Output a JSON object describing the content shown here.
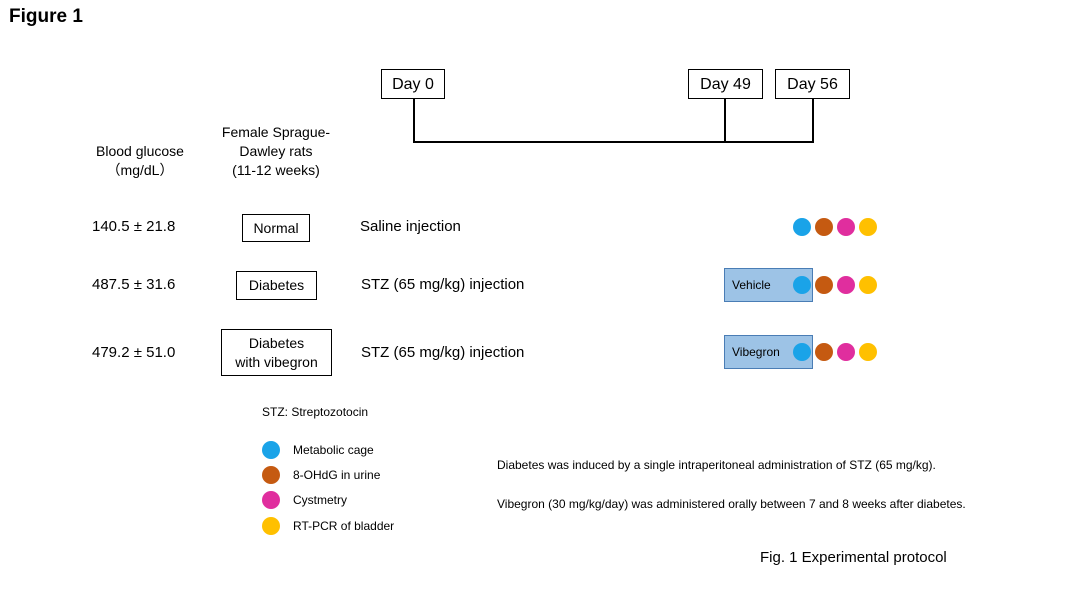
{
  "figure_title": "Figure 1",
  "timeline": {
    "days": [
      "Day 0",
      "Day 49",
      "Day 56"
    ]
  },
  "headers": {
    "blood_glucose_line1": "Blood glucose",
    "blood_glucose_line2": "（mg/dL）",
    "rats_line1": "Female Sprague-",
    "rats_line2": "Dawley rats",
    "rats_line3": "(11-12 weeks)"
  },
  "groups": [
    {
      "glucose": "140.5 ± 21.8",
      "label": "Normal",
      "treatment": "Saline injection",
      "drug": ""
    },
    {
      "glucose": "487.5 ± 31.6",
      "label": "Diabetes",
      "treatment": "STZ (65 mg/kg) injection",
      "drug": "Vehicle"
    },
    {
      "glucose": "479.2 ± 51.0",
      "label_line1": "Diabetes",
      "label_line2": "with vibegron",
      "treatment": "STZ (65 mg/kg) injection",
      "drug": "Vibegron"
    }
  ],
  "abbreviation": "STZ: Streptozotocin",
  "legend": [
    {
      "label": "Metabolic cage",
      "color": "#1aa3e8"
    },
    {
      "label": "8-OHdG in urine",
      "color": "#c55a11"
    },
    {
      "label": "Cystmetry",
      "color": "#e02e9e"
    },
    {
      "label": "RT-PCR of bladder",
      "color": "#ffc000"
    }
  ],
  "notes": {
    "line1": "Diabetes was induced by a single intraperitoneal administration of STZ (65 mg/kg).",
    "line2": "Vibegron (30 mg/kg/day) was administered orally between 7 and 8 weeks after diabetes."
  },
  "caption": "Fig. 1 Experimental protocol"
}
